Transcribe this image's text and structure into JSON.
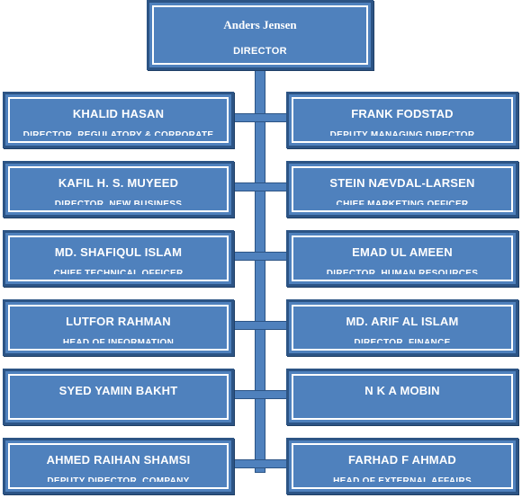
{
  "director": {
    "name": "Anders Jensen",
    "title": "DIRECTOR"
  },
  "left": [
    {
      "name": "KHALID HASAN",
      "title": "DIRECTOR, REGULATORY & CORPORATE"
    },
    {
      "name": "KAFIL H. S. MUYEED",
      "title": "DIRECTOR, NEW BUSINESS"
    },
    {
      "name": "MD. SHAFIQUL ISLAM",
      "title": "CHIEF TECHNICAL OFFICER"
    },
    {
      "name": "LUTFOR RAHMAN",
      "title": "HEAD OF INFORMATION"
    },
    {
      "name": "SYED YAMIN BAKHT",
      "title": ""
    },
    {
      "name": "AHMED RAIHAN SHAMSI",
      "title": "DEPUTY DIRECTOR, COMPANY"
    }
  ],
  "right": [
    {
      "name": "FRANK FODSTAD",
      "title": "DEPUTY MANAGING DIRECTOR"
    },
    {
      "name": "STEIN NÆVDAL-LARSEN",
      "title": "CHIEF MARKETING OFFICER"
    },
    {
      "name": "EMAD UL AMEEN",
      "title": "DIRECTOR, HUMAN RESOURCES"
    },
    {
      "name": "MD. ARIF AL ISLAM",
      "title": "DIRECTOR, FINANCE"
    },
    {
      "name": "N K A MOBIN",
      "title": ""
    },
    {
      "name": "FARHAD F AHMAD",
      "title": "HEAD OF EXTERNAL AFFAIRS"
    }
  ]
}
